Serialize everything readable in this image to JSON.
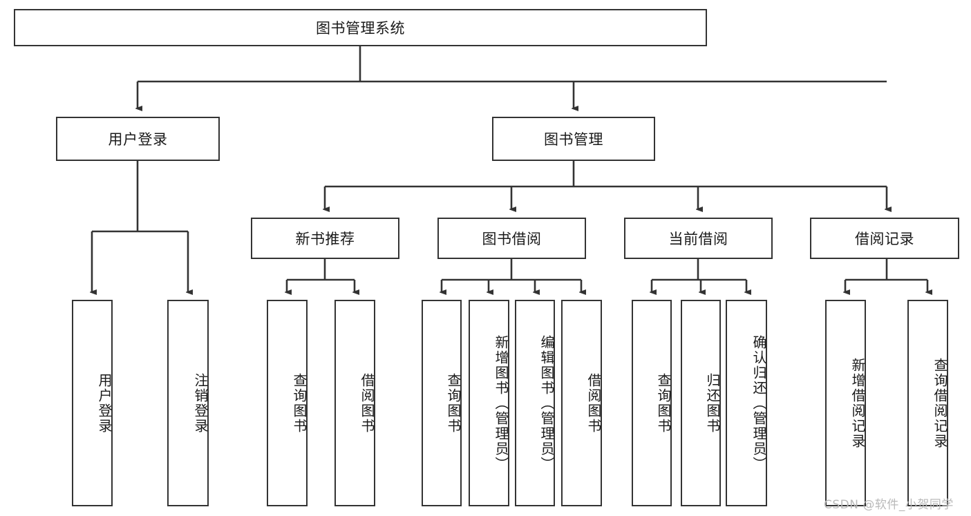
{
  "diagram": {
    "type": "tree",
    "title": "图书管理系统",
    "orientation": "top-down",
    "line_color": "#333333",
    "box_fill": "#ffffff",
    "text_color": "#1a1a1a",
    "root": {
      "id": "root",
      "label": "图书管理系统"
    },
    "level2": [
      {
        "id": "user-login",
        "label": "用户登录"
      },
      {
        "id": "book-manage",
        "label": "图书管理"
      }
    ],
    "level3": [
      {
        "id": "new-book-recommend",
        "label": "新书推荐"
      },
      {
        "id": "book-borrow",
        "label": "图书借阅"
      },
      {
        "id": "current-borrow",
        "label": "当前借阅"
      },
      {
        "id": "borrow-record",
        "label": "借阅记录"
      }
    ],
    "leaves": {
      "user_login": [
        {
          "id": "leaf-user-login",
          "label": "用户登录"
        },
        {
          "id": "leaf-logout-login",
          "label": "注销登录"
        }
      ],
      "new_book_recommend": [
        {
          "id": "leaf-query-book-1",
          "label": "查询图书"
        },
        {
          "id": "leaf-borrow-book-1",
          "label": "借阅图书"
        }
      ],
      "book_borrow": [
        {
          "id": "leaf-query-book-2",
          "label": "查询图书"
        },
        {
          "id": "leaf-add-book",
          "label": "新增图书（管理员）"
        },
        {
          "id": "leaf-edit-book",
          "label": "编辑图书（管理员）"
        },
        {
          "id": "leaf-borrow-book-2",
          "label": "借阅图书"
        }
      ],
      "current_borrow": [
        {
          "id": "leaf-query-book-3",
          "label": "查询图书"
        },
        {
          "id": "leaf-return-book",
          "label": "归还图书"
        },
        {
          "id": "leaf-confirm-return",
          "label": "确认归还（管理员）"
        }
      ],
      "borrow_record": [
        {
          "id": "leaf-add-record",
          "label": "新增借阅记录"
        },
        {
          "id": "leaf-query-record",
          "label": "查询借阅记录"
        }
      ]
    }
  },
  "watermark": {
    "text": "CSDN @软件_小贺同学"
  }
}
